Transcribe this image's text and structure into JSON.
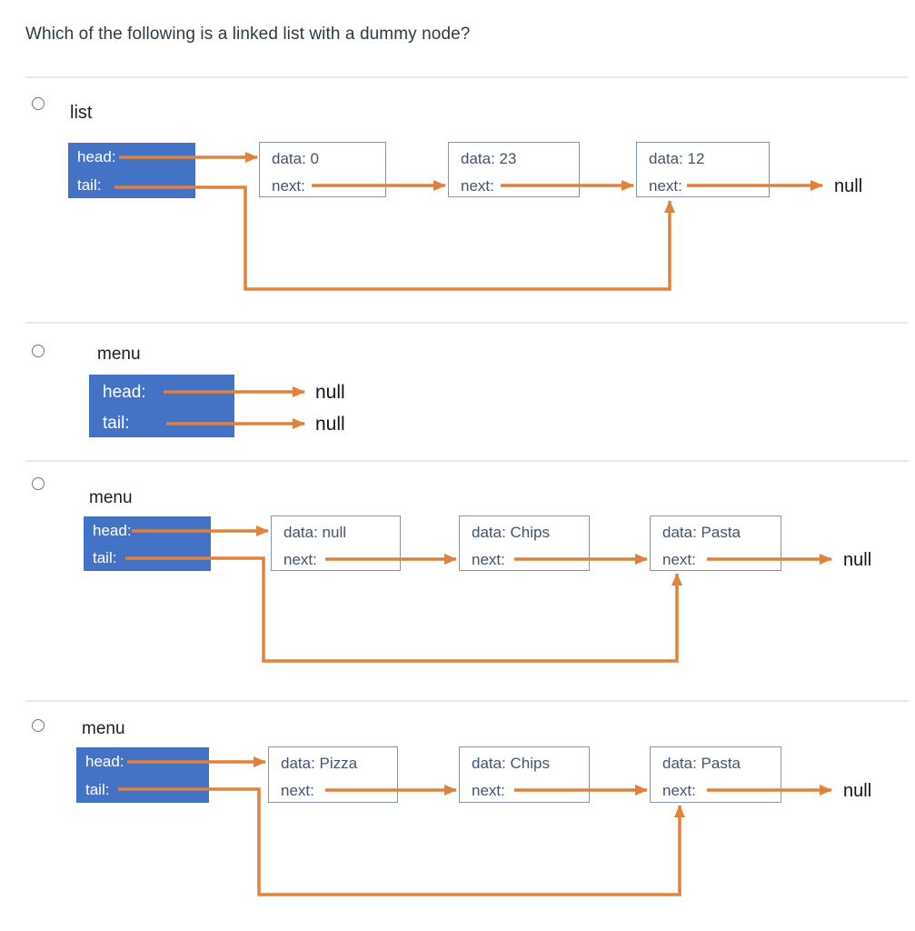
{
  "question": {
    "text": "Which of the following is a linked list with a dummy node?"
  },
  "colors": {
    "accent_blue": "#4472C4",
    "arrow_orange": "#E0823C",
    "node_border": "#8496B0",
    "node_text": "#44546A",
    "question_text": "#2D3B45"
  },
  "options": [
    {
      "label": "list",
      "box": {
        "head": "head:",
        "tail": "tail:"
      },
      "nodes": [
        {
          "data": "data: 0",
          "next": "next:"
        },
        {
          "data": "data: 23",
          "next": "next:"
        },
        {
          "data": "data: 12",
          "next": "next:"
        }
      ],
      "next_null": "null"
    },
    {
      "label": "menu",
      "box": {
        "head": "head:",
        "tail": "tail:"
      },
      "nodes": [],
      "head_null": "null",
      "tail_null": "null"
    },
    {
      "label": "menu",
      "box": {
        "head": "head:",
        "tail": "tail:"
      },
      "nodes": [
        {
          "data": "data: null",
          "next": "next:"
        },
        {
          "data": "data: Chips",
          "next": "next:"
        },
        {
          "data": "data: Pasta",
          "next": "next:"
        }
      ],
      "next_null": "null"
    },
    {
      "label": "menu",
      "box": {
        "head": "head:",
        "tail": "tail:"
      },
      "nodes": [
        {
          "data": "data: Pizza",
          "next": "next:"
        },
        {
          "data": "data: Chips",
          "next": "next:"
        },
        {
          "data": "data: Pasta",
          "next": "next:"
        }
      ],
      "next_null": "null"
    }
  ]
}
